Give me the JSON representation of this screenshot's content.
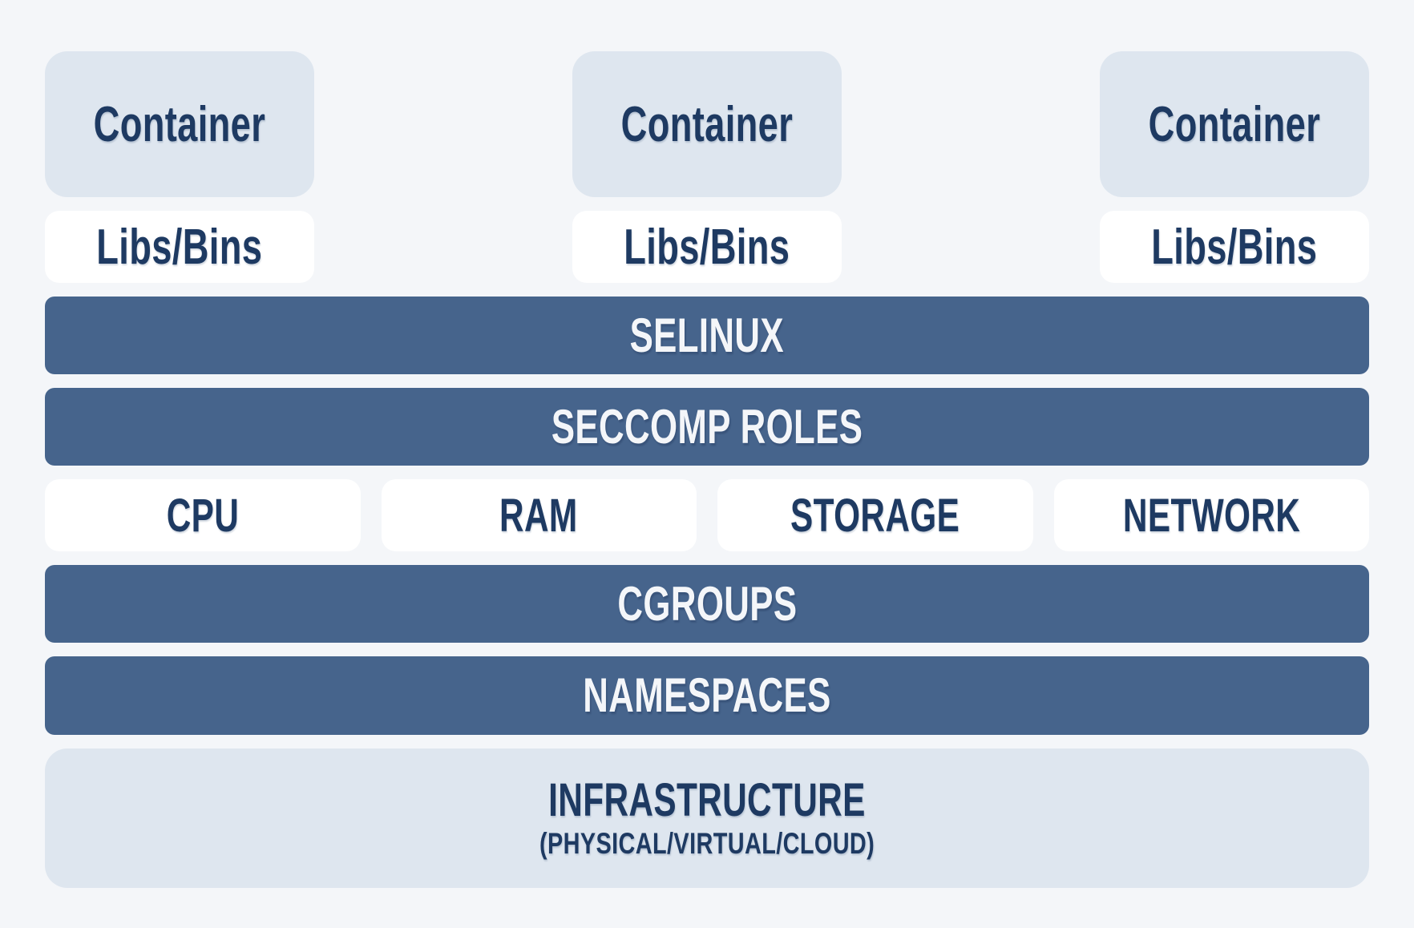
{
  "palette": {
    "background": "#f4f6f9",
    "box_light_blue": "#dee6ef",
    "box_white": "#ffffff",
    "bar_slate_blue": "#46648c",
    "text_navy": "#1e3a62",
    "text_light": "#f4f6f9"
  },
  "containers": [
    {
      "label": "Container",
      "sublabel": "Libs/Bins"
    },
    {
      "label": "Container",
      "sublabel": "Libs/Bins"
    },
    {
      "label": "Container",
      "sublabel": "Libs/Bins"
    }
  ],
  "layers": {
    "selinux": "SELINUX",
    "seccomp": "SECCOMP ROLES",
    "cgroups": "CGROUPS",
    "namespaces": "NAMESPACES"
  },
  "resources": [
    "CPU",
    "RAM",
    "STORAGE",
    "NETWORK"
  ],
  "infrastructure": {
    "title": "INFRASTRUCTURE",
    "subtitle": "(PHYSICAL/VIRTUAL/CLOUD)"
  }
}
